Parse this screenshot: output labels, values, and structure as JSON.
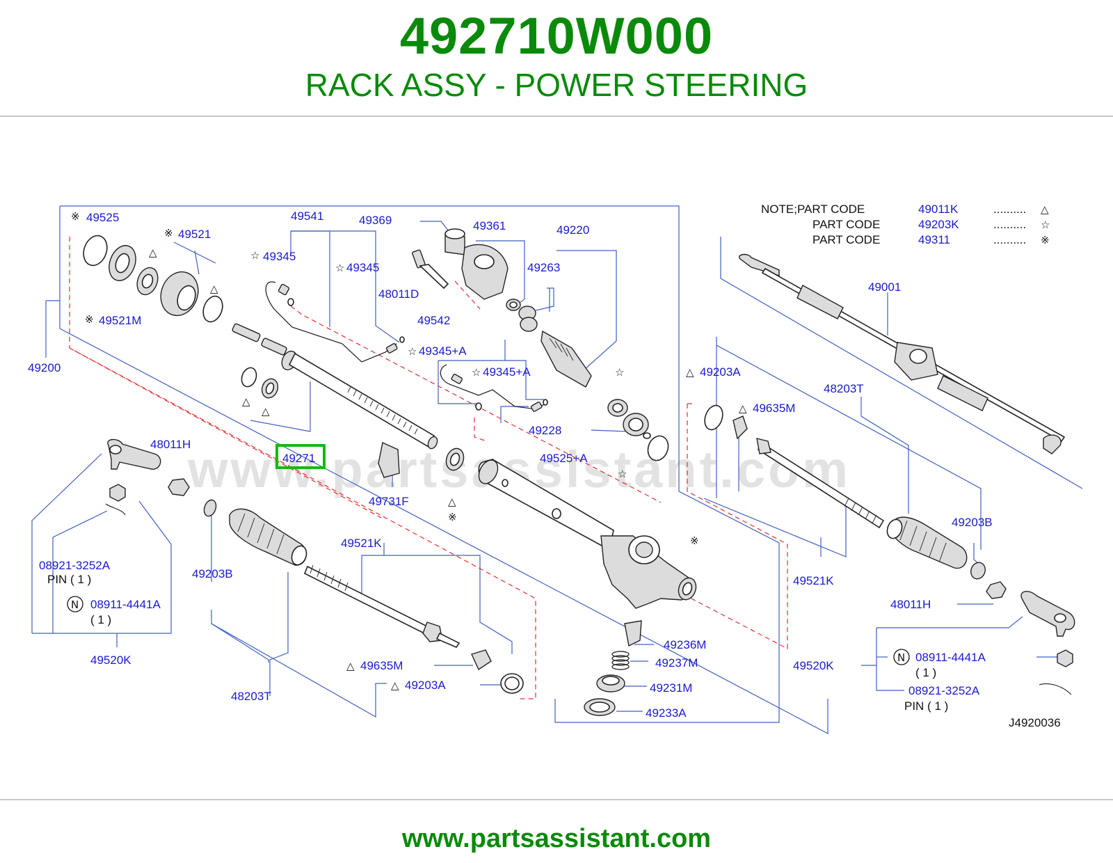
{
  "header": {
    "part_number": "492710W000",
    "title": "RACK ASSY - POWER STEERING"
  },
  "watermark": "www.partsassistant.com",
  "footer": {
    "url": "www.partsassistant.com"
  },
  "diagram_code": "J4920036",
  "highlight_color": "#17b817",
  "brand_color": "#0a8a0a",
  "label_color": "#1a1acc",
  "notes": {
    "title": "NOTE;PART  CODE",
    "rows": [
      {
        "label": "NOTE;PART  CODE",
        "code": "49011K",
        "dots": "..........",
        "symbol": "△"
      },
      {
        "label": "PART  CODE",
        "code": "49203K",
        "dots": "..........",
        "symbol": "☆"
      },
      {
        "label": "PART  CODE",
        "code": "49311",
        "dots": "..........",
        "symbol": "※"
      }
    ]
  },
  "callouts": {
    "c49525": "49525",
    "c49521": "49521",
    "c49521M": "49521M",
    "c49541": "49541",
    "c49369": "49369",
    "c49361": "49361",
    "c49220": "49220",
    "c49345a": "49345",
    "c49345b": "49345",
    "c48011D": "48011D",
    "c49263": "49263",
    "c49542": "49542",
    "c49345Aa": "49345+A",
    "c49345Ab": "49345+A",
    "c49200": "49200",
    "c49228": "49228",
    "c49525A": "49525+A",
    "c49271": "49271",
    "c48011H_left": "48011H",
    "c49731F": "49731F",
    "c49521K_left": "49521K",
    "c49203B_left": "49203B",
    "c08921_left": "08921-3252A",
    "pin_left": "PIN  ( 1 )",
    "c08911_left": "08911-4441A",
    "qty_left": "(  1   )",
    "c49520K_left": "49520K",
    "c48203T_left": "48203T",
    "c49635M_left": "49635M",
    "c49203A_left": "49203A",
    "c49236M": "49236M",
    "c49237M": "49237M",
    "c49231M": "49231M",
    "c49233A": "49233A",
    "c49001": "49001",
    "c49203A_right": "49203A",
    "c48203T_right": "48203T",
    "c49635M_right": "49635M",
    "c49203B_right": "49203B",
    "c49521K_right": "49521K",
    "c48011H_right": "48011H",
    "c49520K_right": "49520K",
    "c08911_right": "08911-4441A",
    "qty_right": "(  1   )",
    "c08921_right": "08921-3252A",
    "pin_right": "PIN      ( 1 )"
  },
  "symbols": {
    "triangle": "△",
    "star": "☆",
    "ref": "※",
    "n_badge": "N"
  }
}
